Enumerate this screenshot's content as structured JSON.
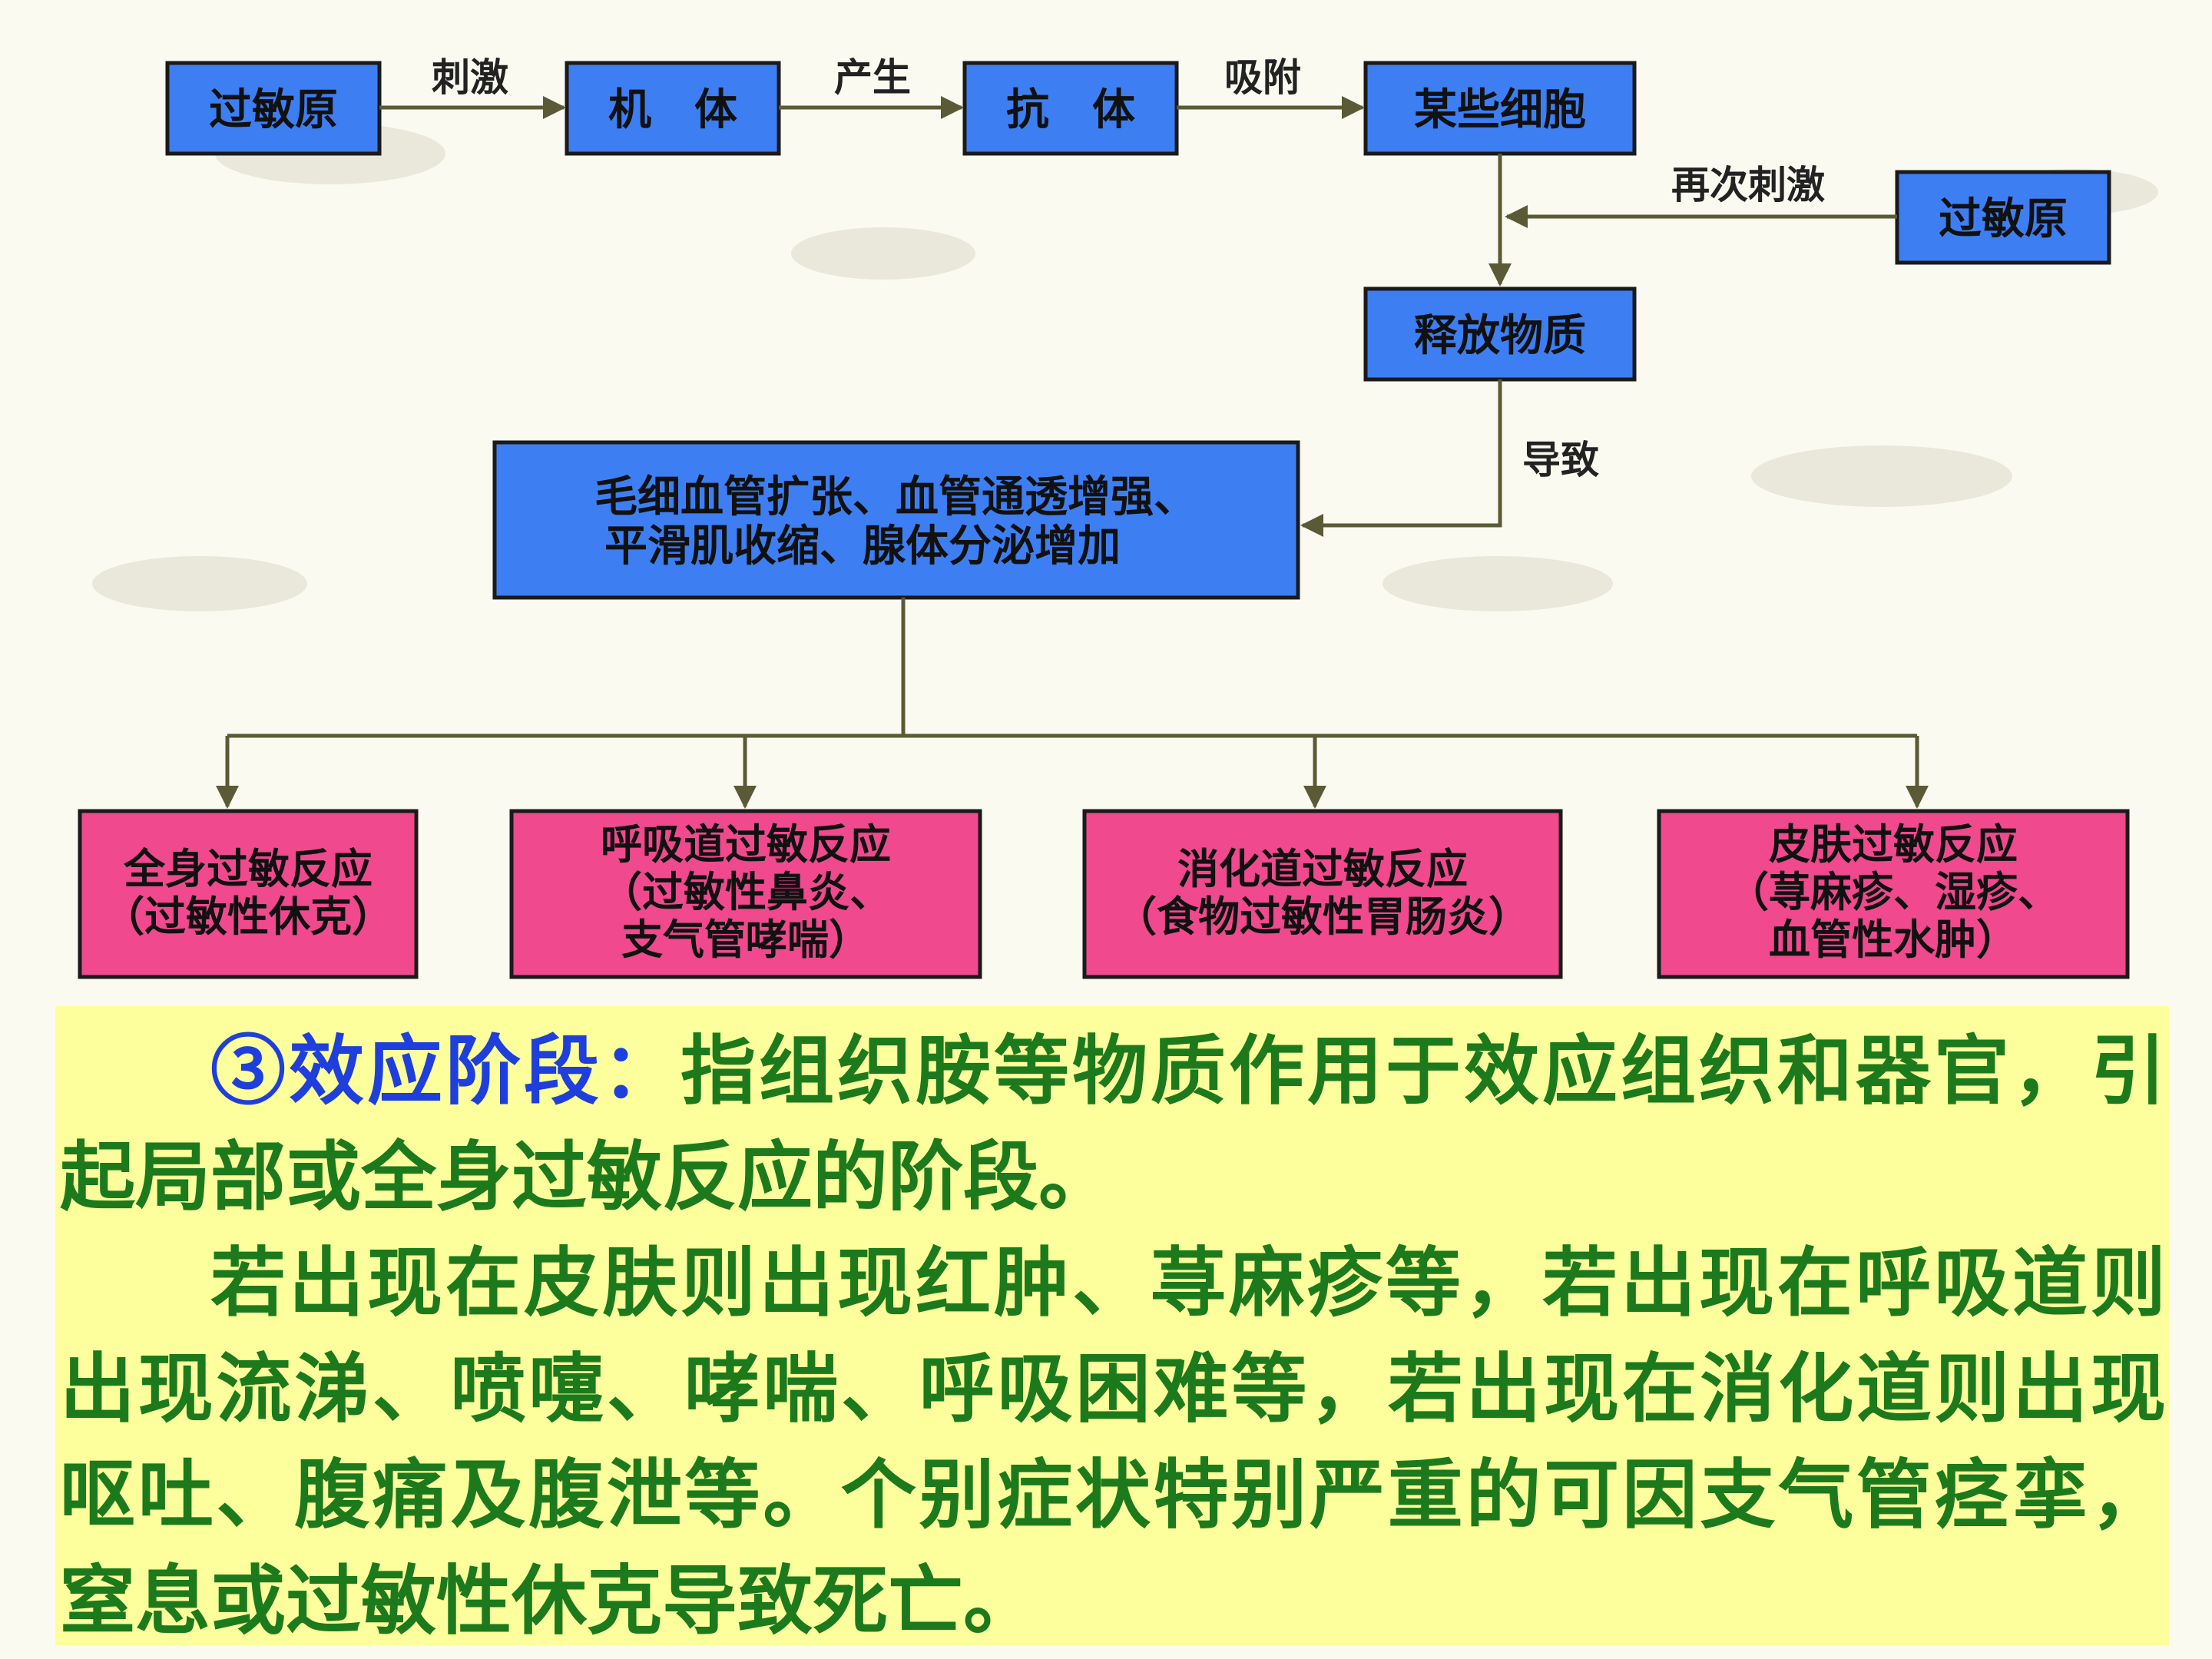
{
  "diagram": {
    "nodes": {
      "allergen_1": "过敏原",
      "body": "机　体",
      "antibody": "抗　体",
      "cells": "某些细胞",
      "allergen_2": "过敏原",
      "release": "释放物质",
      "effects_line1": "毛细血管扩张、血管通透增强、",
      "effects_line2": "平滑肌收缩、腺体分泌增加",
      "systemic_line1": "全身过敏反应",
      "systemic_line2": "（过敏性休克）",
      "respiratory_line1": "呼吸道过敏反应",
      "respiratory_line2": "（过敏性鼻炎、",
      "respiratory_line3": "支气管哮喘）",
      "digestive_line1": "消化道过敏反应",
      "digestive_line2": "（食物过敏性胃肠炎）",
      "skin_line1": "皮肤过敏反应",
      "skin_line2": "（荨麻疹、湿疹、",
      "skin_line3": "血管性水肿）"
    },
    "edges": {
      "stimulate": "刺激",
      "produce": "产生",
      "adsorb": "吸附",
      "restimulate": "再次刺激",
      "cause": "导致"
    },
    "colors": {
      "blue_box": "#3d7ff3",
      "pink_box": "#f0498e",
      "line": "#5a5a36",
      "panel": "#fcff9c",
      "panel_text": "#1c7a1c",
      "title_text": "#1f3fdc"
    }
  },
  "text_panel": {
    "title": "③效应阶段：",
    "para1": "指组织胺等物质作用于效应组织和器官，引起局部或全身过敏反应的阶段。",
    "para2": "若出现在皮肤则出现红肿、荨麻疹等，若出现在呼吸道则出现流涕、喷嚏、哮喘、呼吸困难等，若出现在消化道则出现呕吐、腹痛及腹泄等。个别症状特别严重的可因支气管痉挛，窒息或过敏性休克导致死亡。"
  }
}
